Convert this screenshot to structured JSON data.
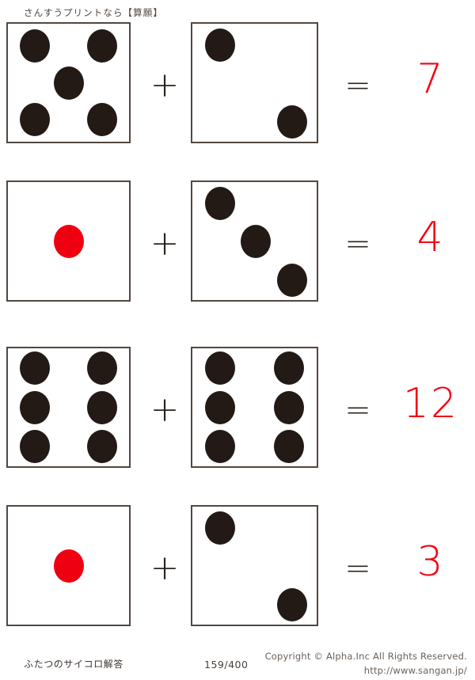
{
  "header": {
    "title": "さんすうプリントなら【算願】"
  },
  "colors": {
    "pip_black": "#231a15",
    "pip_red": "#ee0011",
    "answer_red": "#f30012",
    "die_border": "#514740",
    "text": "#3e3630",
    "page_background": "#ffffff"
  },
  "worksheet": {
    "operator_plus": "+",
    "operator_equals": "=",
    "rows": [
      {
        "left_die": {
          "value": 5,
          "color": "black"
        },
        "right_die": {
          "value": 2,
          "color": "black"
        },
        "plus": "+",
        "equals": "=",
        "answer": "7"
      },
      {
        "left_die": {
          "value": 1,
          "color": "red"
        },
        "right_die": {
          "value": 3,
          "color": "black"
        },
        "plus": "+",
        "equals": "=",
        "answer": "4"
      },
      {
        "left_die": {
          "value": 6,
          "color": "black"
        },
        "right_die": {
          "value": 6,
          "color": "black"
        },
        "plus": "+",
        "equals": "=",
        "answer": "12"
      },
      {
        "left_die": {
          "value": 1,
          "color": "red"
        },
        "right_die": {
          "value": 2,
          "color": "black"
        },
        "plus": "+",
        "equals": "=",
        "answer": "3"
      }
    ]
  },
  "footer": {
    "title": "ふたつのサイコロ解答",
    "page": "159/400",
    "copyright": "Copyright ©  Alpha.Inc All Rights Reserved.",
    "url": "http://www.sangan.jp/"
  }
}
